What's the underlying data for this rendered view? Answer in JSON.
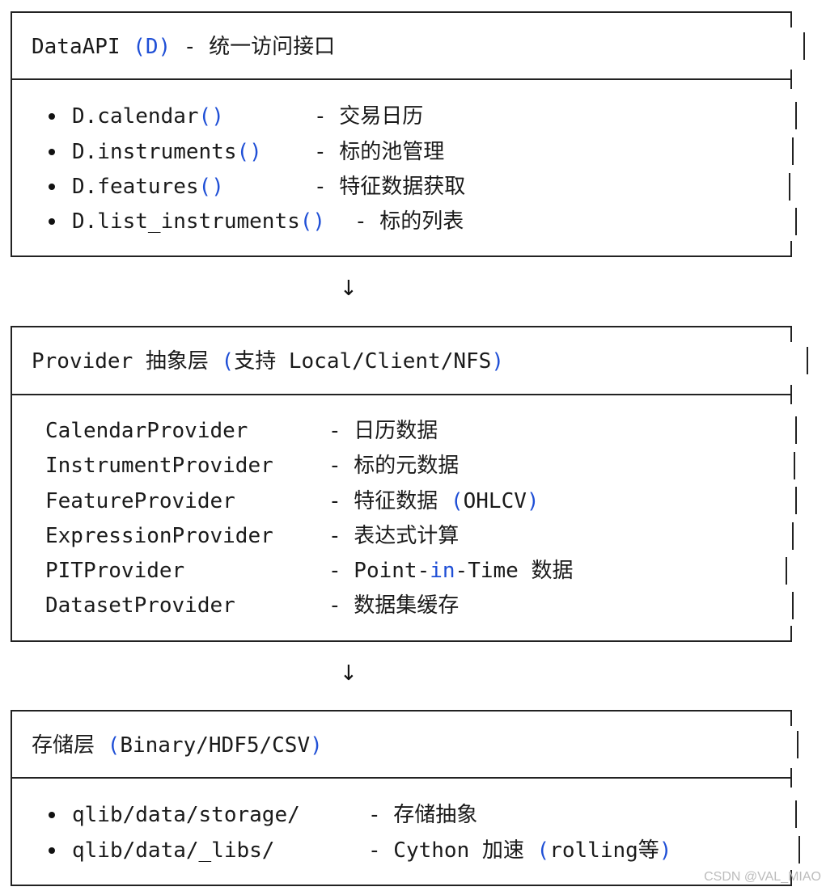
{
  "box1": {
    "title": {
      "name": "DataAPI",
      "paren": "(D)",
      "desc": "- 统一访问接口"
    },
    "items": [
      {
        "code": "D.calendar",
        "parens": "()",
        "desc": "- 交易日历"
      },
      {
        "code": "D.instruments",
        "parens": "()",
        "desc": "- 标的池管理"
      },
      {
        "code": "D.features",
        "parens": "()",
        "desc": "- 特征数据获取"
      },
      {
        "code": "D.list_instruments",
        "parens": "()",
        "desc": "- 标的列表"
      }
    ]
  },
  "arrow1": "↓",
  "box2": {
    "title": {
      "name": "Provider 抽象层",
      "paren_open": "(",
      "inner": "支持 Local/Client/NFS",
      "paren_close": ")"
    },
    "items": [
      {
        "code": "CalendarProvider",
        "desc": "- 日历数据"
      },
      {
        "code": "InstrumentProvider",
        "desc": "- 标的元数据"
      },
      {
        "code": "FeatureProvider",
        "desc": "- 特征数据 ",
        "paren_open": "(",
        "extra": "OHLCV",
        "paren_close": ")"
      },
      {
        "code": "ExpressionProvider",
        "desc": "- 表达式计算"
      },
      {
        "code": "PITProvider",
        "desc_a": "- Point-",
        "desc_kw": "in",
        "desc_b": "-Time 数据"
      },
      {
        "code": "DatasetProvider",
        "desc": "- 数据集缓存"
      }
    ]
  },
  "arrow2": "↓",
  "box3": {
    "title": {
      "name": "存储层 ",
      "paren_open": "(",
      "inner": "Binary/HDF5/CSV",
      "paren_close": ")"
    },
    "items": [
      {
        "code": "qlib/data/storage/",
        "desc": "- 存储抽象"
      },
      {
        "code": "qlib/data/_libs/",
        "desc_a": "- Cython 加速 ",
        "paren_open": "(",
        "inner": "rolling等",
        "paren_close": ")"
      }
    ]
  },
  "watermark": "CSDN @VAL_MIAO"
}
